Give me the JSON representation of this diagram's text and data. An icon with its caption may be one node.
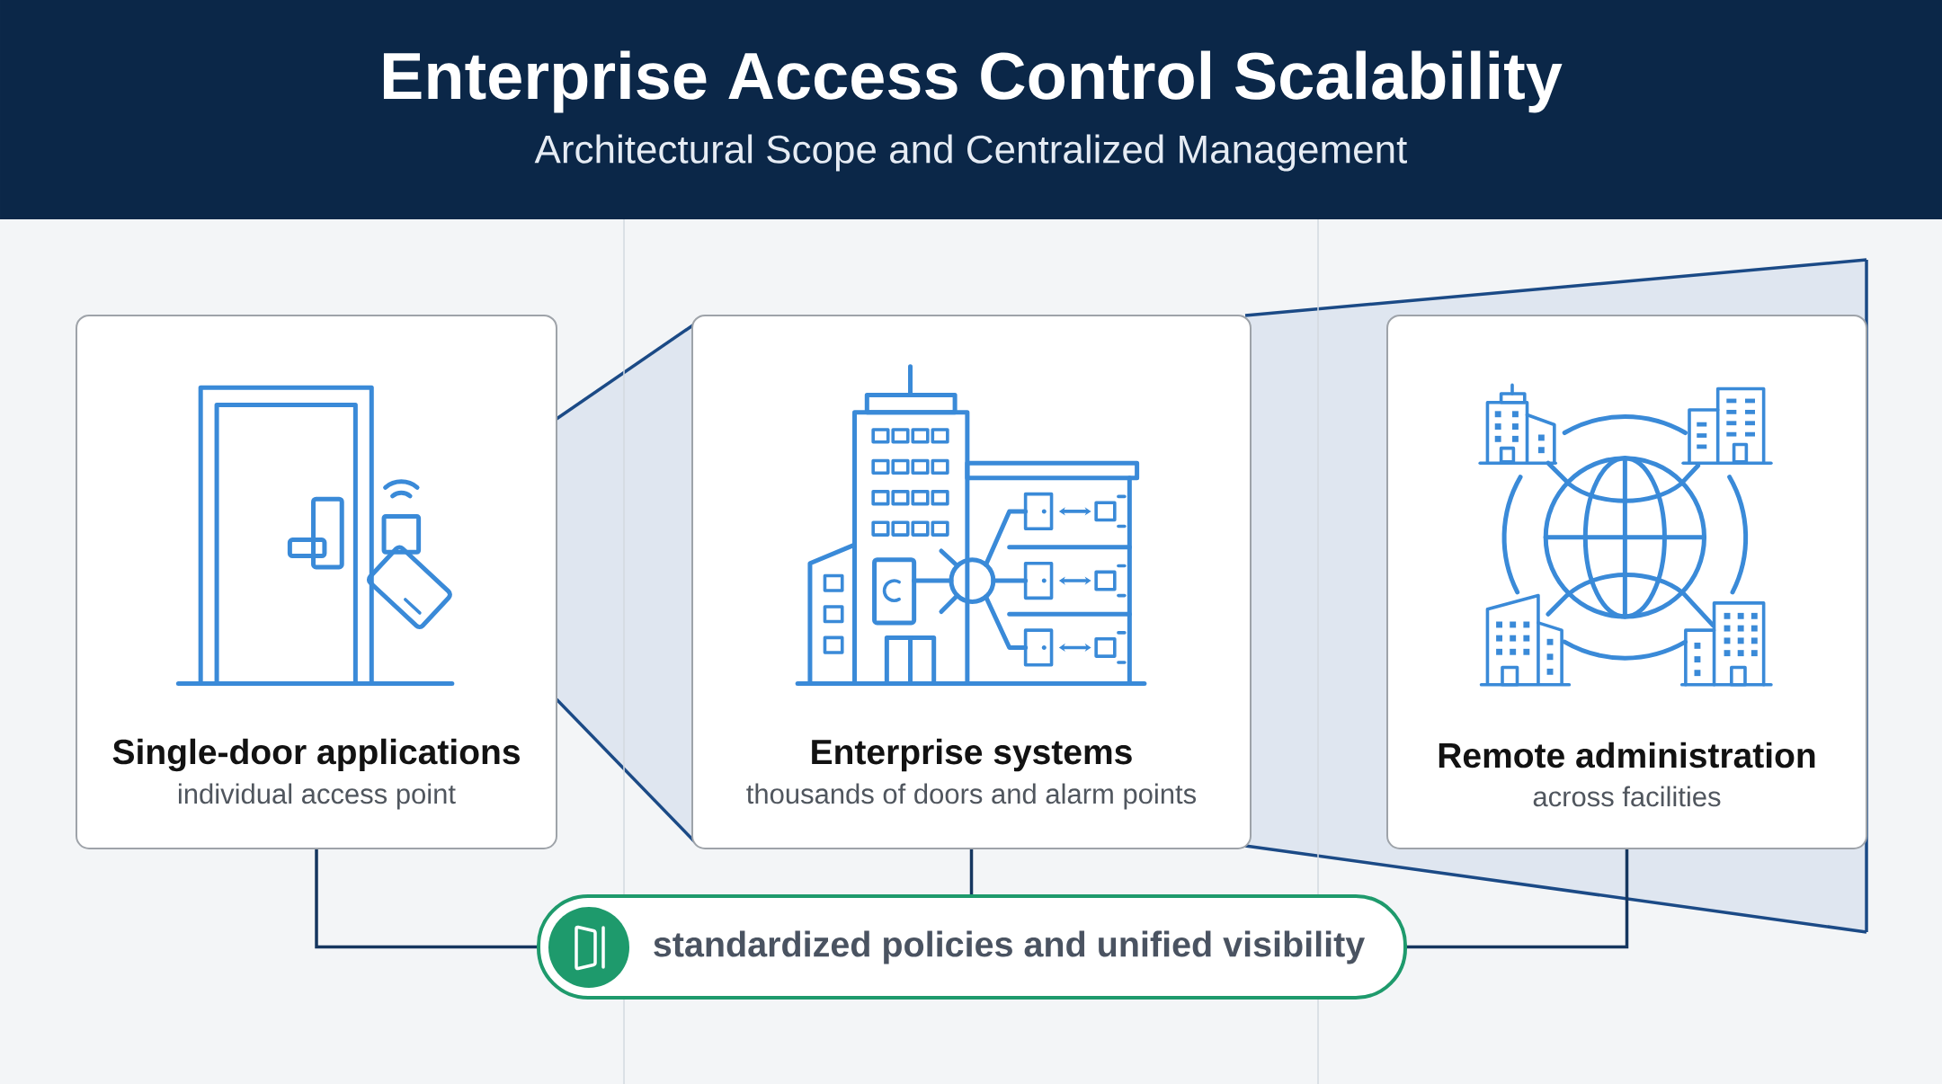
{
  "diagram": {
    "title": "Enterprise Access Control Scalability",
    "nodes": [
      {
        "text": [
          "Single-door applications",
          "individual access point"
        ]
      },
      {
        "text": [
          "Enterprise systems",
          "thousands of doors and alarm points"
        ]
      },
      {
        "text": [
          "Remote administration",
          "across facilities"
        ]
      },
      {
        "text": [
          "standardized policies and unified visibility"
        ]
      }
    ],
    "edges": [
      {
        "from": 0,
        "to": 3,
        "arrow": "none"
      },
      {
        "from": 1,
        "to": 3,
        "arrow": "none"
      },
      {
        "from": 2,
        "to": 3,
        "arrow": "none"
      }
    ],
    "labels": [
      "Architectural Scope and Centralized Management"
    ]
  }
}
